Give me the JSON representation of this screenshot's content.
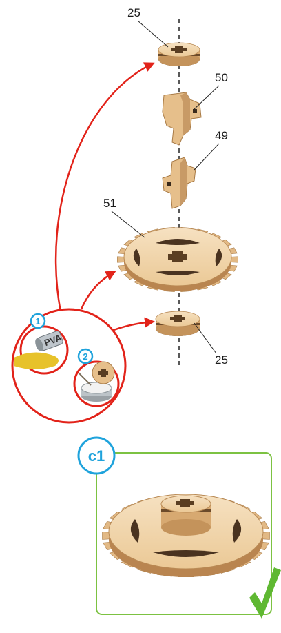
{
  "parts": {
    "top_spacer": "25",
    "cross_upper": "50",
    "cross_lower": "49",
    "gear": "51",
    "bottom_spacer": "25"
  },
  "callout": {
    "step1": "1",
    "step2": "2",
    "glue_can_text": "PVA"
  },
  "result_panel": {
    "step_label": "c1"
  },
  "colors": {
    "arrow": "#e2231a",
    "panel_border": "#7cc242",
    "badge": "#1fa3dc",
    "wood_light": "#f1d6b0",
    "wood_dark": "#c89a66",
    "check": "#5fb832"
  }
}
